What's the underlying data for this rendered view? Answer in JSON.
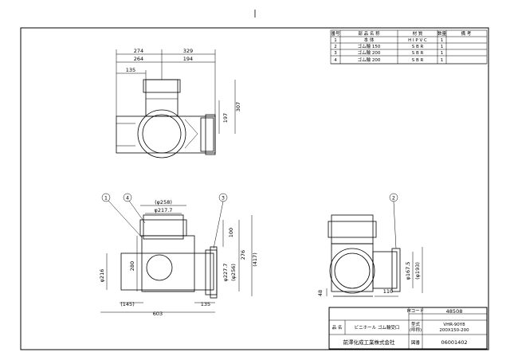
{
  "parts_table": {
    "headers": [
      "番号",
      "部 品 名 称",
      "材 質",
      "数量",
      "備 考"
    ],
    "rows": [
      [
        "1",
        "本 体",
        "H I P V C",
        "1",
        ""
      ],
      [
        "2",
        "ゴム輪 150",
        "S B R",
        "1",
        ""
      ],
      [
        "3",
        "ゴム輪 200",
        "S B R",
        "1",
        ""
      ],
      [
        "4",
        "ゴム輪 200",
        "S B R",
        "1",
        ""
      ]
    ]
  },
  "title_block": {
    "code_label": "Mコード",
    "code_value": "48508",
    "name_label": "品 名",
    "name_value": "ビニホール ゴム輪受口",
    "model_label": "型式",
    "model_sub": "(呼称)",
    "model_value_1": "VHR-90Y8",
    "model_value_2": "200X150-200",
    "company": "前澤化成工業株式会社",
    "drawing_no_label": "図番",
    "drawing_no": "06001402"
  },
  "dimensions": {
    "top_274": "274",
    "top_329": "329",
    "top_264": "264",
    "top_194": "194",
    "top_135": "135",
    "top_197": "197",
    "top_307": "307",
    "front_258": "(φ258)",
    "front_217": "φ217.7",
    "front_100": "100",
    "front_276": "276",
    "front_417": "(417)",
    "front_216": "φ216",
    "front_280": "280",
    "front_227": "φ227.7",
    "front_256": "(φ256)",
    "front_145": "(145)",
    "front_135": "135",
    "front_603": "603",
    "side_167": "φ167.5",
    "side_193": "(φ193)",
    "side_48": "48",
    "side_110": "110"
  },
  "balloons": [
    "1",
    "4",
    "3",
    "2"
  ]
}
